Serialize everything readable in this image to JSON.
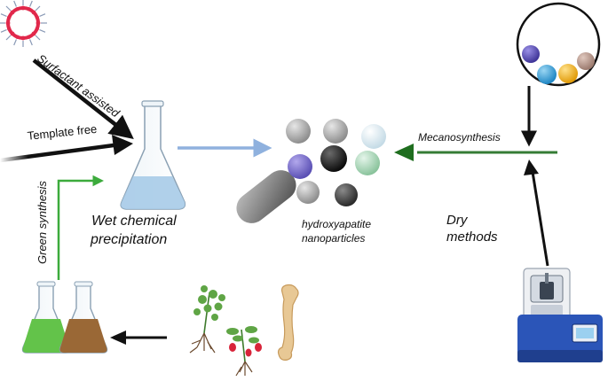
{
  "labels": {
    "surfactant": "Surfactant assisted",
    "template_free": "Template free",
    "green_synthesis": "Green synthesis",
    "wet_chemical_1": "Wet chemical",
    "wet_chemical_2": "precipitation",
    "mecanosynthesis": "Mecanosynthesis",
    "dry_1": "Dry",
    "dry_2": "methods",
    "hap_1": "hydroxyapatite",
    "hap_2": "nanoparticles"
  },
  "colors": {
    "arrow_black": "#111111",
    "arrow_green_light": "#3cab3c",
    "arrow_green_dark": "#1f6e1f",
    "arrow_blue": "#8fb1de",
    "surfactant_red": "#e1284b",
    "flask_liquid_blue": "#a7cbe8",
    "flask_liquid_green": "#63c34a",
    "flask_liquid_brown": "#9a6836",
    "mill_blue": "#2b55b8",
    "ball_purple": "#5a4fb4",
    "ball_blue": "#2f9fd8",
    "ball_yellow": "#f2b21a",
    "ball_taupe": "#b9968a"
  },
  "icons": {
    "surfactant": "micelle-icon",
    "flask": "erlenmeyer-flask-icon",
    "ball_mill_view": "milling-balls-icon",
    "mill_machine": "ball-mill-machine-icon",
    "plants": "plant-source-icon",
    "bone": "bone-icon"
  }
}
